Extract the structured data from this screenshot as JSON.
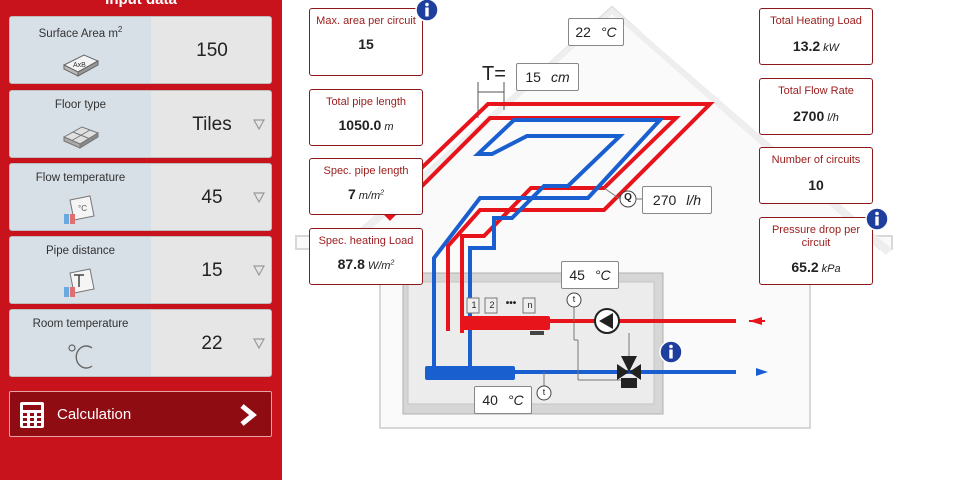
{
  "sidebar": {
    "title": "Input data",
    "rows": [
      {
        "label": "Surface Area m",
        "label_sup": "2",
        "value": "150",
        "icon": "area-ruler-icon",
        "dropdown": false
      },
      {
        "label": "Floor type",
        "value": "Tiles",
        "icon": "tiles-icon",
        "dropdown": true
      },
      {
        "label": "Flow temperature",
        "value": "45",
        "icon": "thermometer-pipe-icon",
        "dropdown": true
      },
      {
        "label": "Pipe distance",
        "value": "15",
        "icon": "pipe-distance-icon",
        "dropdown": true
      },
      {
        "label": "Room temperature",
        "value": "22",
        "icon": "degree-celsius-icon",
        "dropdown": true
      }
    ],
    "calc_button": {
      "label": "Calculation",
      "icon": "calculator-icon",
      "arrow": "chevron-right-icon"
    }
  },
  "left_boxes": {
    "max_area": {
      "title": "Max. area per circuit",
      "value": "15",
      "unit": ""
    },
    "total_pipe_length": {
      "title": "Total pipe length",
      "value": "1050.0",
      "unit": "m"
    },
    "spec_pipe_length": {
      "title": "Spec. pipe length",
      "value": "7",
      "unit": "m/m",
      "unit_sup": "2"
    },
    "spec_heating_load": {
      "title": "Spec. heating Load",
      "value": "87.8",
      "unit": "W/m",
      "unit_sup": "2"
    }
  },
  "right_boxes": {
    "total_heating_load": {
      "title": "Total Heating Load",
      "value": "13.2",
      "unit": "kW"
    },
    "total_flow_rate": {
      "title": "Total Flow Rate",
      "value": "2700",
      "unit": "l/h"
    },
    "number_of_circuits": {
      "title": "Number of circuits",
      "value": "10",
      "unit": ""
    },
    "pressure_drop": {
      "title": "Pressure drop per circuit",
      "value": "65.2",
      "unit": "kPa"
    }
  },
  "diagram": {
    "room_temp": {
      "value": "22",
      "unit": "°C"
    },
    "pipe_spacing": {
      "label": "T=",
      "value": "15",
      "unit": "cm"
    },
    "circuit_flow": {
      "value": "270",
      "unit": "l/h"
    },
    "flow_temp": {
      "value": "45",
      "unit": "°C"
    },
    "return_temp": {
      "value": "40",
      "unit": "°C"
    },
    "manifold_labels": [
      "1",
      "2",
      "•••",
      "n"
    ],
    "flow_meter_symbol": "Q",
    "temp_sensor_symbol": "t"
  },
  "colors": {
    "brand_red": "#c8121c",
    "pipe_red": "#e8141c",
    "pipe_blue": "#1a5fd0",
    "info_blue": "#1f3f9e"
  }
}
